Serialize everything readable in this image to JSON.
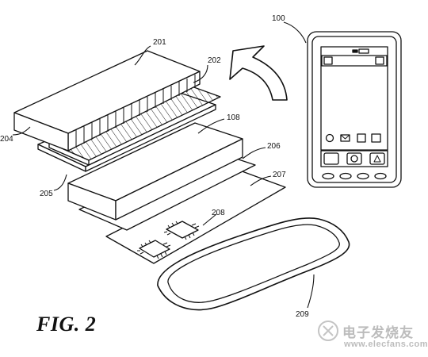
{
  "figure": {
    "caption": "FIG. 2",
    "labels": {
      "device": "100",
      "cover": "201",
      "touch_layer": "202",
      "edge_left": "204",
      "display_base": "205",
      "display": "108",
      "layer_206": "206",
      "layer_207": "207",
      "chips": "208",
      "housing": "209"
    }
  },
  "watermark": {
    "text": "电子发烧友",
    "url": "www.elecfans.com"
  }
}
